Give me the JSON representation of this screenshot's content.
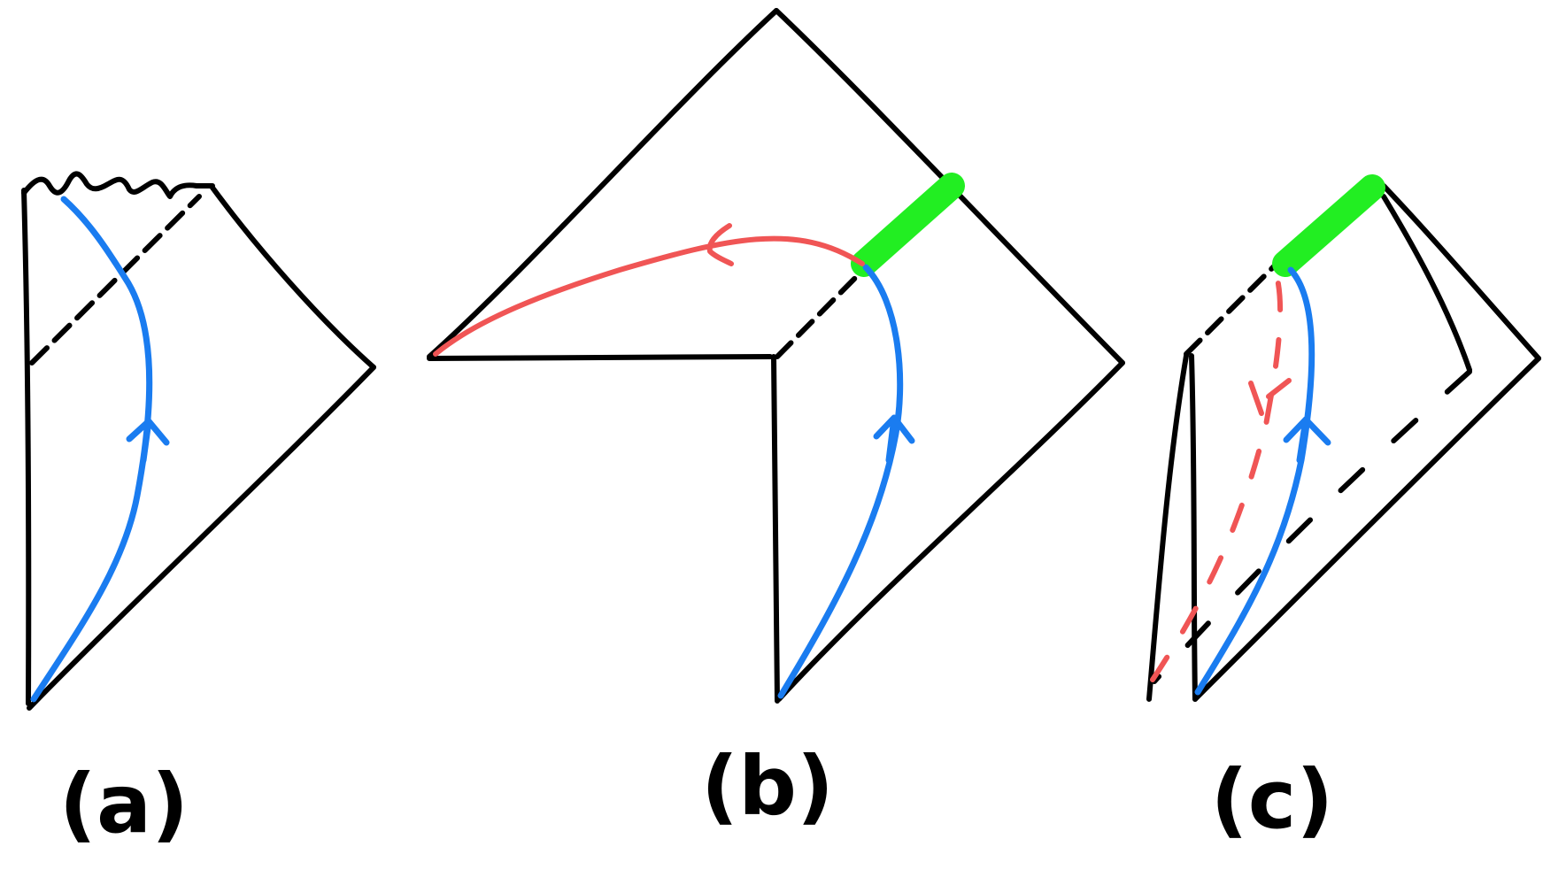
{
  "figure": {
    "panels": [
      {
        "id": "a",
        "caption": "(a)"
      },
      {
        "id": "b",
        "caption": "(b)"
      },
      {
        "id": "c",
        "caption": "(c)"
      }
    ]
  },
  "colors": {
    "boundary": "#000000",
    "worldline": "#1a7cf0",
    "signal": "#f05555",
    "highlight": "#22ee22"
  }
}
